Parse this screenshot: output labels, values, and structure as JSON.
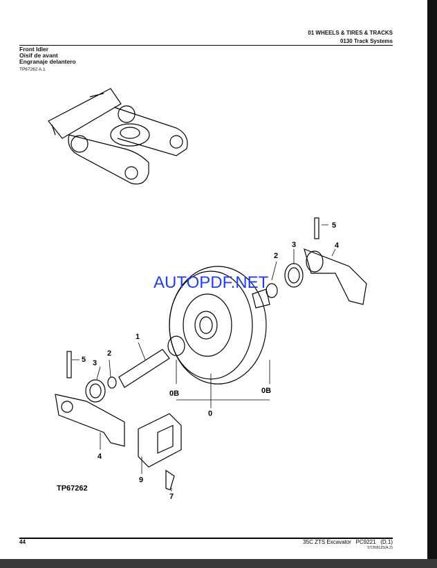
{
  "header": {
    "section": "01 WHEELS & TIRES & TRACKS",
    "subsection": "0130 Track Systems"
  },
  "title": {
    "en": "Front Idler",
    "fr": "Oisif de avant",
    "es": "Engranaje delantero"
  },
  "figure_ref": "TP67262 A.1",
  "figure_label": "TP67262",
  "callouts": [
    "1",
    "2",
    "3",
    "4",
    "5",
    "0",
    "0B",
    "0B",
    "2",
    "3",
    "4",
    "5",
    "7",
    "9"
  ],
  "watermark": "AUTOPDF.NET",
  "footer": {
    "page": "44",
    "model": "35C ZTS Excavator   PC9221   (D.1)",
    "code": "ST268115(A.2)"
  }
}
